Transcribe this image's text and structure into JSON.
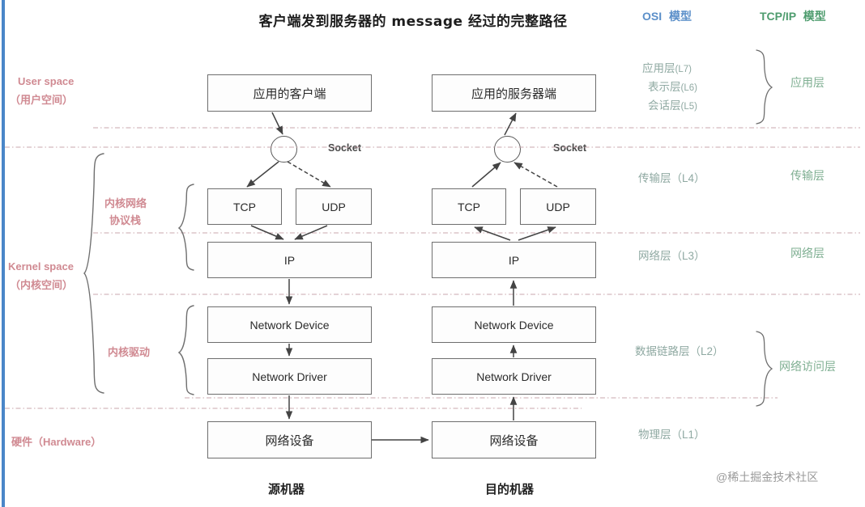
{
  "title": "客户端发到服务器的 message 经过的完整路径",
  "columns": {
    "osi_header_en": "OSI",
    "osi_header_cn": "模型",
    "tcpip_header_en": "TCP/IP",
    "tcpip_header_cn": "模型"
  },
  "left_labels": {
    "user_space_en": "User space",
    "user_space_cn": "（用户空间）",
    "kernel_space_en": "Kernel space",
    "kernel_space_cn": "（内核空间）",
    "hardware": "硬件（Hardware）",
    "kernel_net_stack_l1": "内核网络",
    "kernel_net_stack_l2": "协议栈",
    "kernel_driver": "内核驱动"
  },
  "osi_layers": [
    {
      "name": "应用层",
      "code": "(L7)"
    },
    {
      "name": "表示层",
      "code": "(L6)"
    },
    {
      "name": "会话层",
      "code": "(L5)"
    },
    {
      "name": "传输层",
      "code": "（L4）"
    },
    {
      "name": "网络层",
      "code": "（L3）"
    },
    {
      "name": "数据链路层",
      "code": "（L2）"
    },
    {
      "name": "物理层",
      "code": "（L1）"
    }
  ],
  "tcpip_layers": [
    {
      "name": "应用层"
    },
    {
      "name": "传输层"
    },
    {
      "name": "网络层"
    },
    {
      "name": "网络访问层"
    }
  ],
  "client_stack": {
    "app": "应用的客户端",
    "socket": "Socket",
    "tcp": "TCP",
    "udp": "UDP",
    "ip": "IP",
    "net_device": "Network Device",
    "net_driver": "Network Driver",
    "hw_device": "网络设备",
    "machine": "源机器"
  },
  "server_stack": {
    "app": "应用的服务器端",
    "socket": "Socket",
    "tcp": "TCP",
    "udp": "UDP",
    "ip": "IP",
    "net_device": "Network Device",
    "net_driver": "Network Driver",
    "hw_device": "网络设备",
    "machine": "目的机器"
  },
  "watermark": "@稀土掘金技术社区",
  "colors": {
    "accent_bar": "#4a86c8",
    "osi_header": "#5b8fc9",
    "tcpip_header": "#4e9c6e",
    "left_annotation": "#d08a92",
    "osi_label": "#8fa9a2",
    "tcpip_label": "#7faf92",
    "box_border": "#6e6e6e",
    "divider": "#c9a7ad"
  }
}
